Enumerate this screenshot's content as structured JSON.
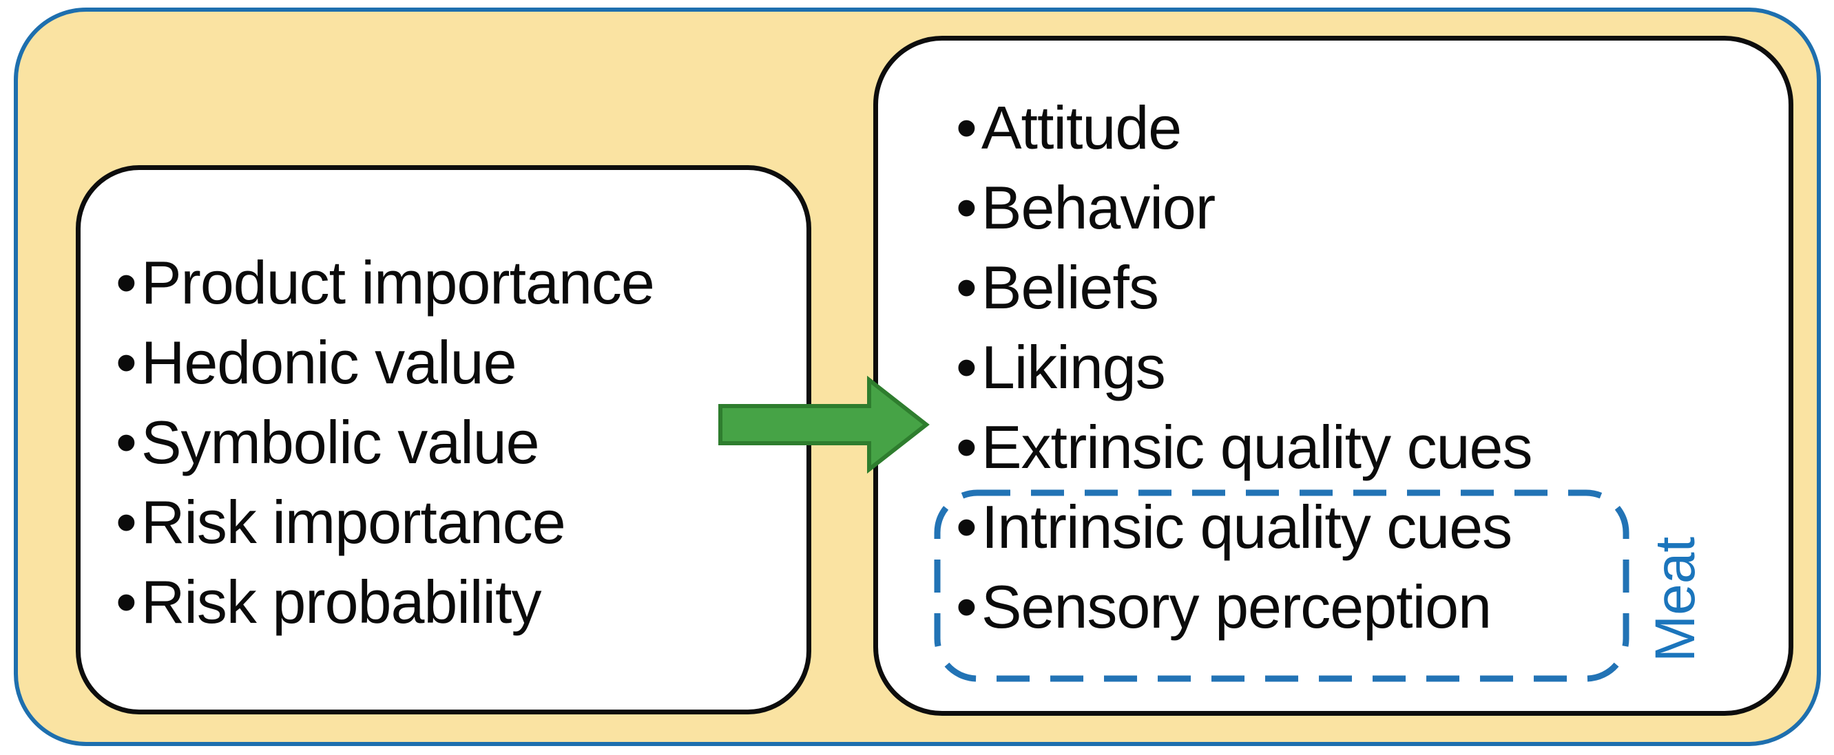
{
  "diagram": {
    "bullet_glyph": "•",
    "left_box": {
      "items": [
        "Product importance",
        "Hedonic value",
        "Symbolic value",
        "Risk importance",
        "Risk probability"
      ]
    },
    "arrow": {
      "icon": "right-arrow"
    },
    "right_box": {
      "items": [
        "Attitude",
        "Behavior",
        "Beliefs",
        "Likings",
        "Extrinsic quality cues"
      ],
      "meat_group": {
        "items": [
          "Intrinsic quality cues",
          "Sensory perception"
        ],
        "label": "Meat"
      }
    },
    "colors": {
      "outer_fill": "#FAE3A2",
      "outer_border": "#1E6FAE",
      "box_fill": "#FFFFFF",
      "box_border": "#0D0D0D",
      "text": "#0B0B0B",
      "arrow_fill": "#46A346",
      "arrow_border": "#2E7D2E",
      "dashed_border": "#2273B5",
      "meat_text": "#1B75BC"
    }
  }
}
